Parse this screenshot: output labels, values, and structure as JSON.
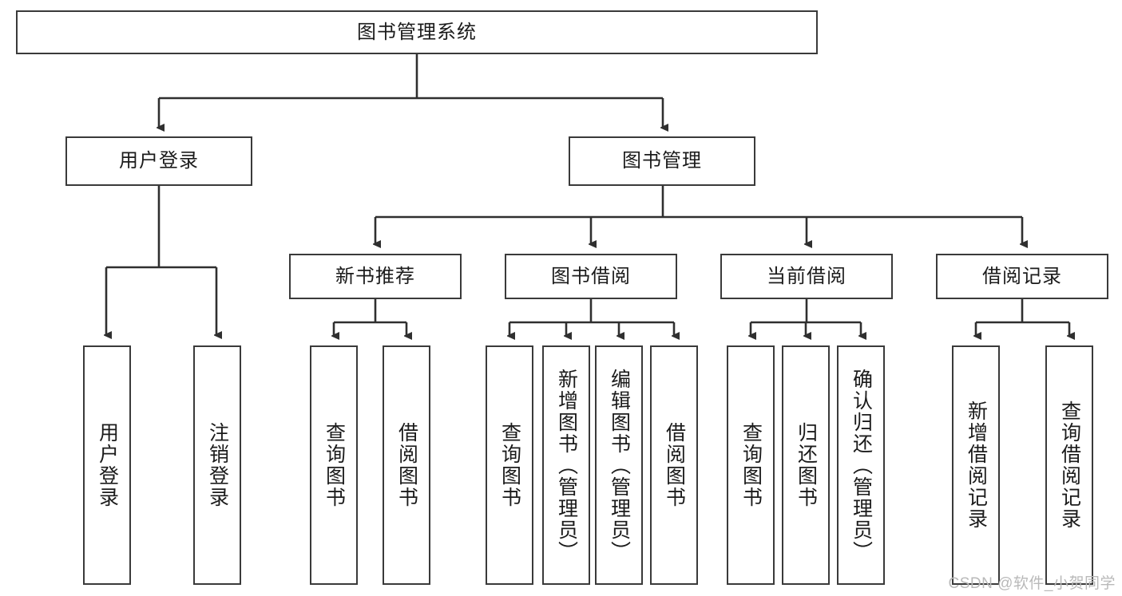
{
  "diagram": {
    "type": "hierarchy-tree",
    "title": "图书管理系统",
    "root": {
      "label": "图书管理系统"
    },
    "level2": [
      {
        "label": "用户登录"
      },
      {
        "label": "图书管理"
      }
    ],
    "level3": [
      {
        "label": "新书推荐"
      },
      {
        "label": "图书借阅"
      },
      {
        "label": "当前借阅"
      },
      {
        "label": "借阅记录"
      }
    ],
    "leaves": {
      "user_login": [
        {
          "label": "用户登录"
        },
        {
          "label": "注销登录"
        }
      ],
      "new_book_recommend": [
        {
          "label": "查询图书"
        },
        {
          "label": "借阅图书"
        }
      ],
      "book_borrow": [
        {
          "label": "查询图书"
        },
        {
          "label": "新增图书（管理员）"
        },
        {
          "label": "编辑图书（管理员）"
        },
        {
          "label": "借阅图书"
        }
      ],
      "current_borrow": [
        {
          "label": "查询图书"
        },
        {
          "label": "归还图书"
        },
        {
          "label": "确认归还（管理员）"
        }
      ],
      "borrow_record": [
        {
          "label": "新增借阅记录"
        },
        {
          "label": "查询借阅记录"
        }
      ]
    }
  },
  "watermark": {
    "text": "CSDN @软件_小贺同学"
  },
  "colors": {
    "box_border": "#3a3a3a",
    "connector": "#2f2f2f",
    "background": "#ffffff",
    "text": "#1b1b1b",
    "watermark": "#b9b9b9"
  }
}
